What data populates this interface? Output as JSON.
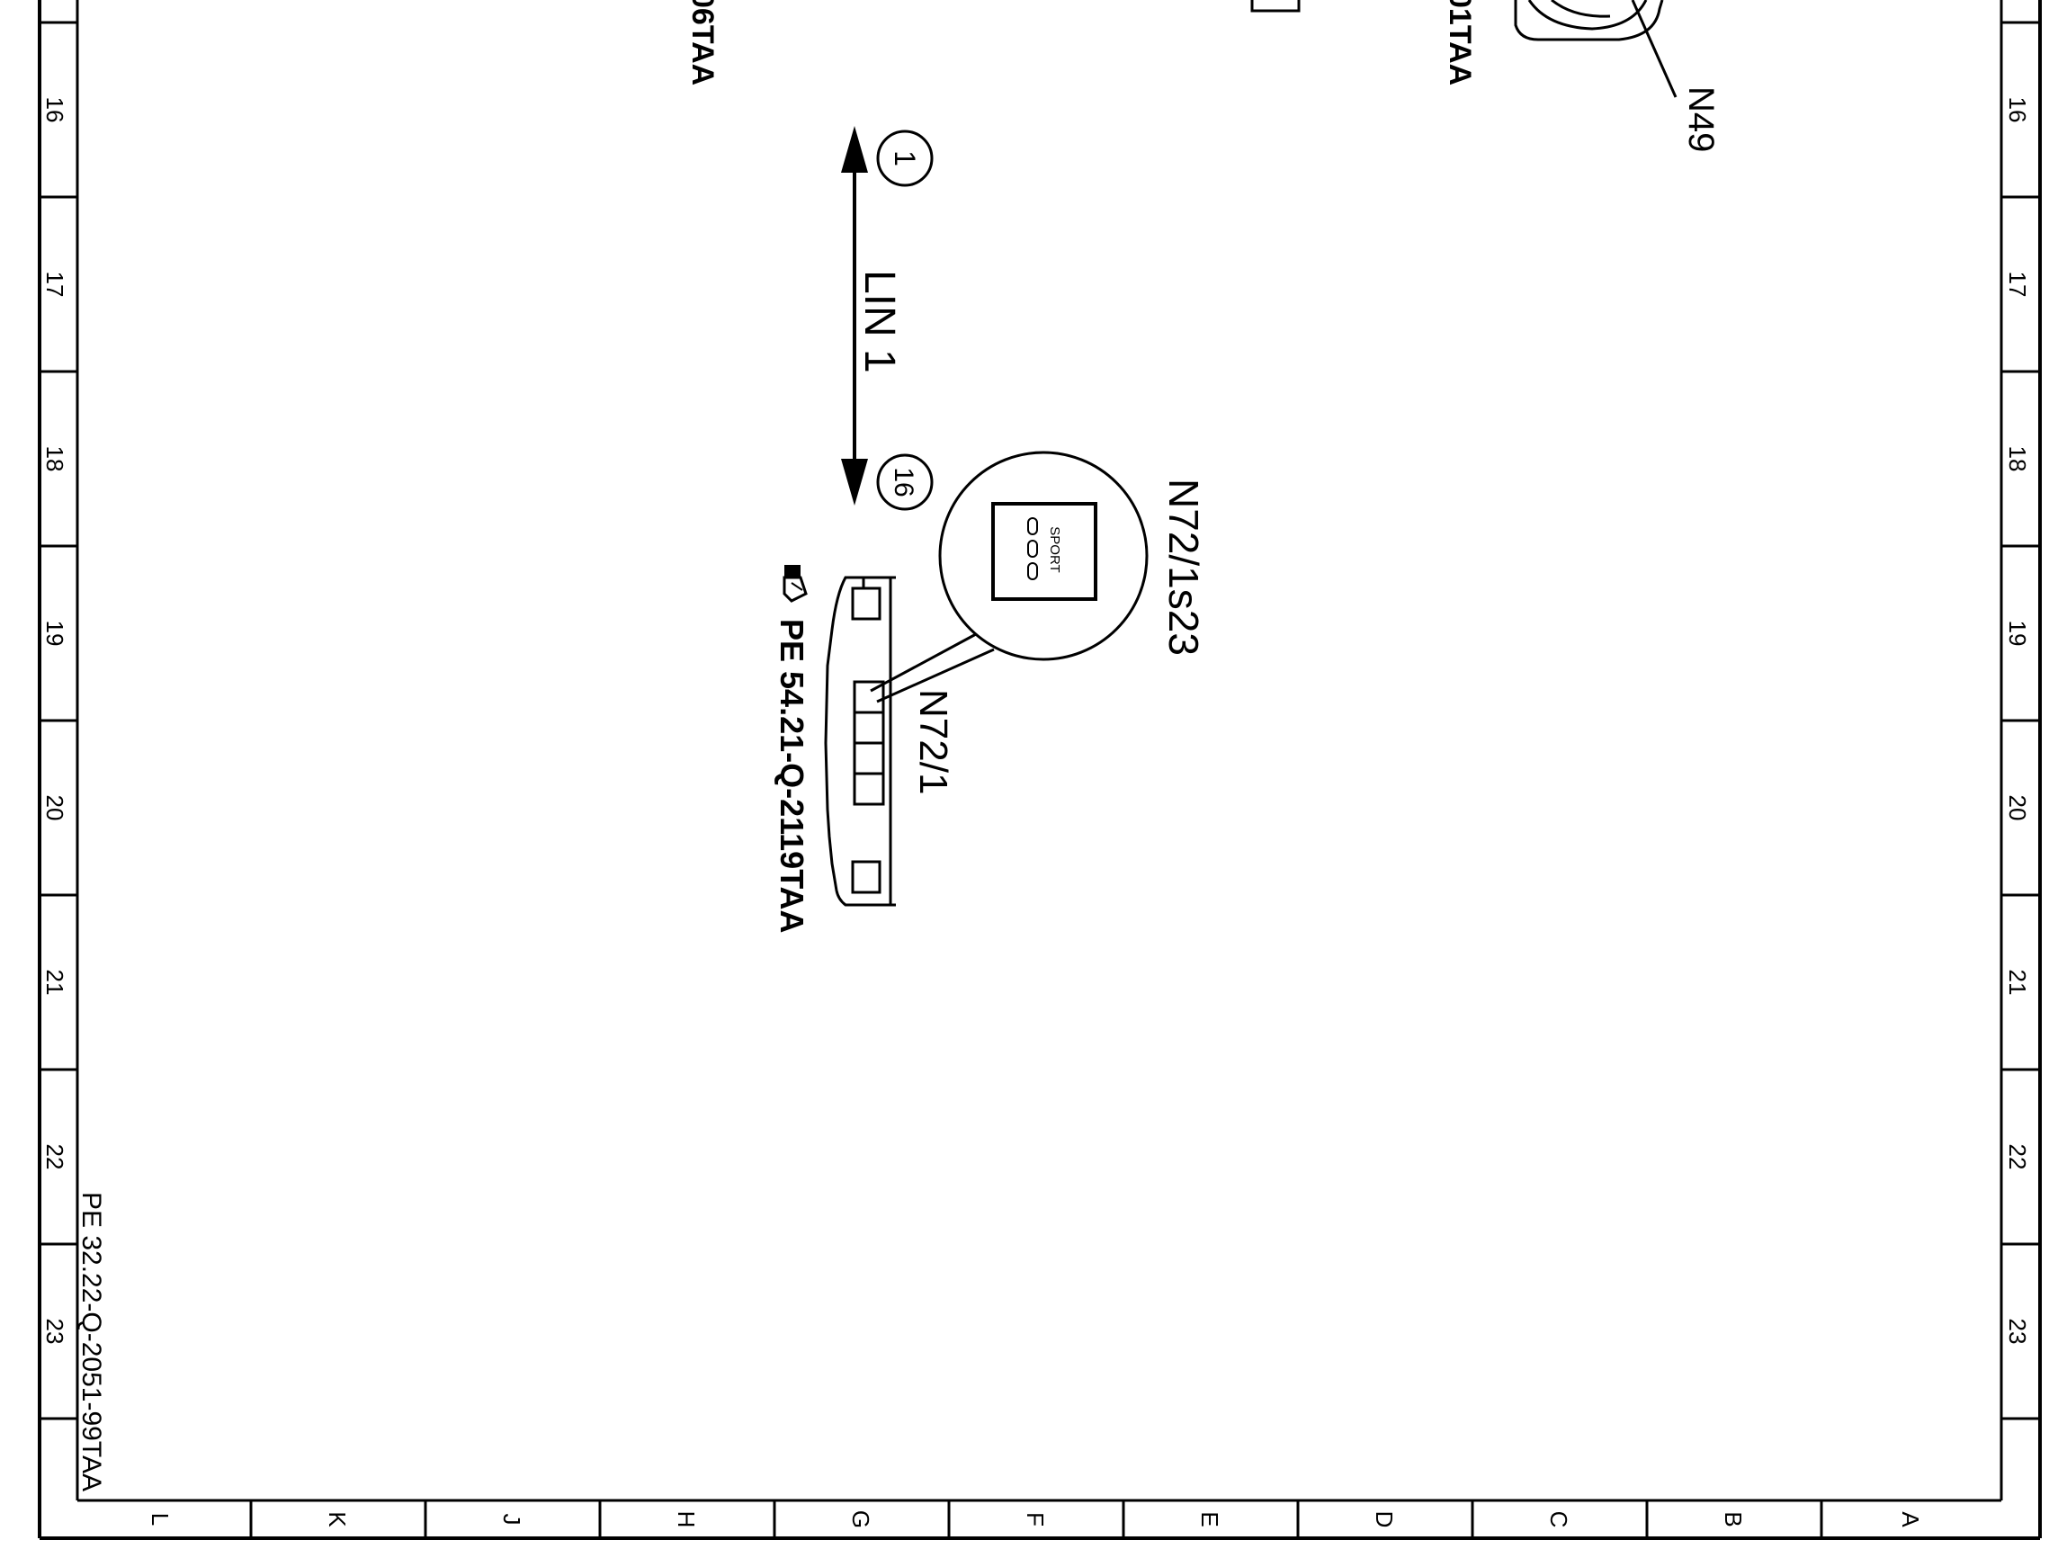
{
  "diagram": {
    "row_numbers": [
      "16",
      "17",
      "18",
      "19",
      "20",
      "21",
      "22",
      "23"
    ],
    "column_letters": [
      "L",
      "K",
      "J",
      "H",
      "G",
      "F",
      "E",
      "D",
      "C",
      "B",
      "A"
    ],
    "partial_refs": {
      "left_top": "06TAA",
      "right_top": "01TAA"
    },
    "components": {
      "n49": "N49",
      "n72_1": "N72/1",
      "n72_1s23": "N72/1s23",
      "switch_text": "SPORT"
    },
    "bus": {
      "name": "LIN 1",
      "pin_start": "1",
      "pin_end": "16"
    },
    "page_ref": "PE 54.21-Q-2119TAA",
    "sheet_code": "PE 32.22-Q-2051-99TAA"
  }
}
